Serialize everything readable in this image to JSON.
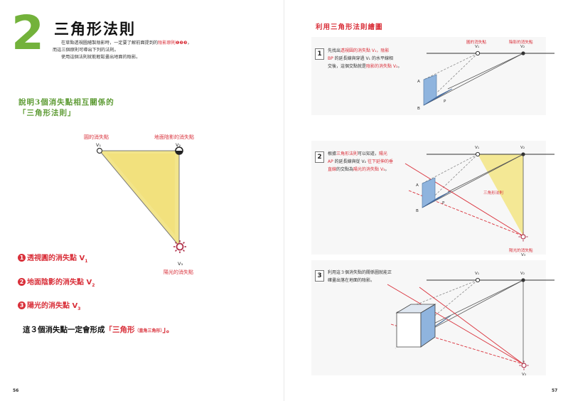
{
  "left_page": {
    "chapter_number": "2",
    "title": "三角形法則",
    "intro": {
      "line1_pre": "在草點透視圖繪製陰影時，一定要了解前面提到的",
      "line1_highlight": "陰影原則❶❷❸",
      "line1_post": "，",
      "line2": "而這三個原則可導出下列的法則。",
      "line3": "使用這個法則就能輕鬆畫出地面的陰影。"
    },
    "section_heading": {
      "line1": "說明3個消失點相互關係的",
      "line2": "「三角形法則」"
    },
    "diagram": {
      "label_circle_vp": "圓的消失點",
      "v1": "V₁",
      "label_shadow_vp": "地面陰影的消失點",
      "v2": "V₂",
      "v3": "V₃",
      "label_sun_vp": "陽光的消失點"
    },
    "list": [
      {
        "num": "1",
        "text": "透視圓的消失點 V",
        "sub": "1"
      },
      {
        "num": "2",
        "text": "地面陰影的消失點 V",
        "sub": "2"
      },
      {
        "num": "3",
        "text": "陽光的消失點 V",
        "sub": "3"
      }
    ],
    "conclusion": {
      "pre": "這３個消失點一定會形成",
      "open": "「三角形",
      "small": "（直角三角形）",
      "close": "」。"
    },
    "page_number": "56"
  },
  "right_page": {
    "title": "利用三角形法則繪圖",
    "steps": [
      {
        "number": "1",
        "text": {
          "line1_pre": "先找出",
          "line1_highlight": "透視圓的消失點 V₁，陰影",
          "line2_highlight": "BP",
          "line2_post": " 的延長線與穿過 V₁ 的水平線相",
          "line3_pre": "交後，這個交點就是",
          "line3_highlight": "陰影的消失點 V₂",
          "line3_post": "。"
        },
        "labels": {
          "circle_vp": "圓的消失點",
          "v1": "V₁",
          "shadow_vp": "陰影的消失點",
          "v2": "V₂",
          "a": "A",
          "b": "B",
          "p": "P"
        }
      },
      {
        "number": "2",
        "text": {
          "line1_pre": "根據",
          "line1_highlight": "三角形法則",
          "line1_mid": "可以知道，",
          "line1_highlight2": "陽光",
          "line2_highlight": "AP",
          "line2_mid": " 的延長線與從 V₂ ",
          "line2_highlight2": "往下延伸的垂",
          "line3_highlight": "直線",
          "line3_mid": "的交點為",
          "line3_highlight2": "陽光的消失點 V₃",
          "line3_post": "。"
        },
        "labels": {
          "v1": "V₁",
          "v2": "V₂",
          "triangle_rule": "三角形法則",
          "sun_vp": "陽光的消失點",
          "v3": "V₃",
          "a": "A",
          "b": "B",
          "p": "P"
        }
      },
      {
        "number": "3",
        "text": {
          "line1": "利用這３個消失點的關係圖就能正",
          "line2": "確畫出落在地面的陰影。"
        },
        "labels": {
          "v1": "V₁",
          "v2": "V₂",
          "v3": "V₃"
        }
      }
    ],
    "page_number": "57"
  },
  "colors": {
    "accent_green": "#73b23b",
    "accent_red": "#d9303a",
    "triangle_yellow": "#f3e58a",
    "cube_blue": "#8fb4de"
  }
}
